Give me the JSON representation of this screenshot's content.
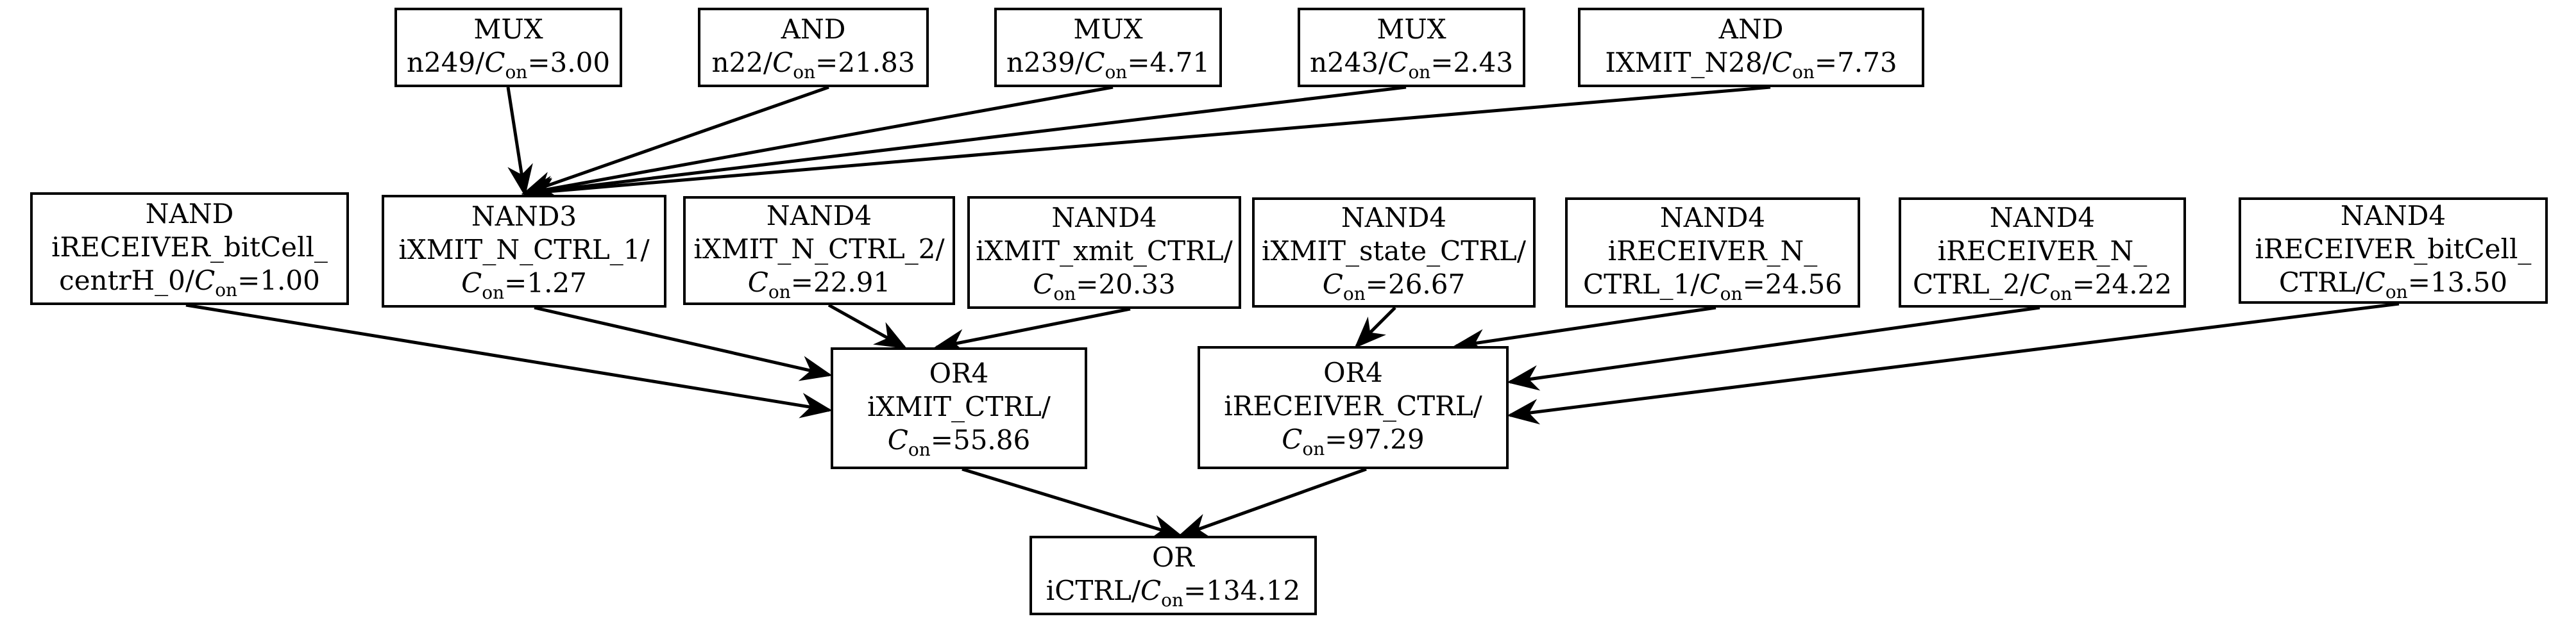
{
  "c_symbol": "C",
  "c_subscript": "on",
  "nodes": {
    "mux1": {
      "type": "MUX",
      "prefix": "n249/",
      "value": "=3.00"
    },
    "and1": {
      "type": "AND",
      "prefix": "n22/",
      "value": "=21.83"
    },
    "mux2": {
      "type": "MUX",
      "prefix": "n239/",
      "value": "=4.71"
    },
    "mux3": {
      "type": "MUX",
      "prefix": "n243/",
      "value": "=2.43"
    },
    "and2": {
      "type": "AND",
      "prefix": "IXMIT_N28/",
      "value": "=7.73"
    },
    "nand_a": {
      "type": "NAND",
      "line1": "iRECEIVER_bitCell_",
      "prefix": "centrH_0/",
      "value": "=1.00"
    },
    "nand3": {
      "type": "NAND3",
      "line1": "iXMIT_N_CTRL_1/",
      "prefix": "",
      "value": "=1.27"
    },
    "nand4a": {
      "type": "NAND4",
      "line1": "iXMIT_N_CTRL_2/",
      "prefix": "",
      "value": "=22.91"
    },
    "nand4b": {
      "type": "NAND4",
      "line1": "iXMIT_xmit_CTRL/",
      "prefix": "",
      "value": "=20.33"
    },
    "nand4c": {
      "type": "NAND4",
      "line1": "iXMIT_state_CTRL/",
      "prefix": "",
      "value": "=26.67"
    },
    "nand4d": {
      "type": "NAND4",
      "line1": "iRECEIVER_N_",
      "prefix": "CTRL_1/",
      "value": "=24.56"
    },
    "nand4e": {
      "type": "NAND4",
      "line1": "iRECEIVER_N_",
      "prefix": "CTRL_2/",
      "value": "=24.22"
    },
    "nand_h": {
      "type": "NAND4",
      "line1": "iRECEIVER_bitCell_",
      "prefix": "CTRL/",
      "value": "=13.50"
    },
    "or4a": {
      "type": "OR4",
      "line1": "iXMIT_CTRL/",
      "prefix": "",
      "value": "=55.86"
    },
    "or4b": {
      "type": "OR4",
      "line1": "iRECEIVER_CTRL/",
      "prefix": "",
      "value": "=97.29"
    },
    "or": {
      "type": "OR",
      "prefix": "iCTRL/",
      "value": "=134.12"
    }
  },
  "edges": [
    [
      "mux1",
      "nand3"
    ],
    [
      "and1",
      "nand3"
    ],
    [
      "mux2",
      "nand3"
    ],
    [
      "mux3",
      "nand3"
    ],
    [
      "and2",
      "nand3"
    ],
    [
      "nand_a",
      "or4a"
    ],
    [
      "nand3",
      "or4a"
    ],
    [
      "nand4a",
      "or4a"
    ],
    [
      "nand4b",
      "or4a"
    ],
    [
      "nand4c",
      "or4b"
    ],
    [
      "nand4d",
      "or4b"
    ],
    [
      "nand4e",
      "or4b"
    ],
    [
      "nand_h",
      "or4b"
    ],
    [
      "or4a",
      "or"
    ],
    [
      "or4b",
      "or"
    ]
  ]
}
